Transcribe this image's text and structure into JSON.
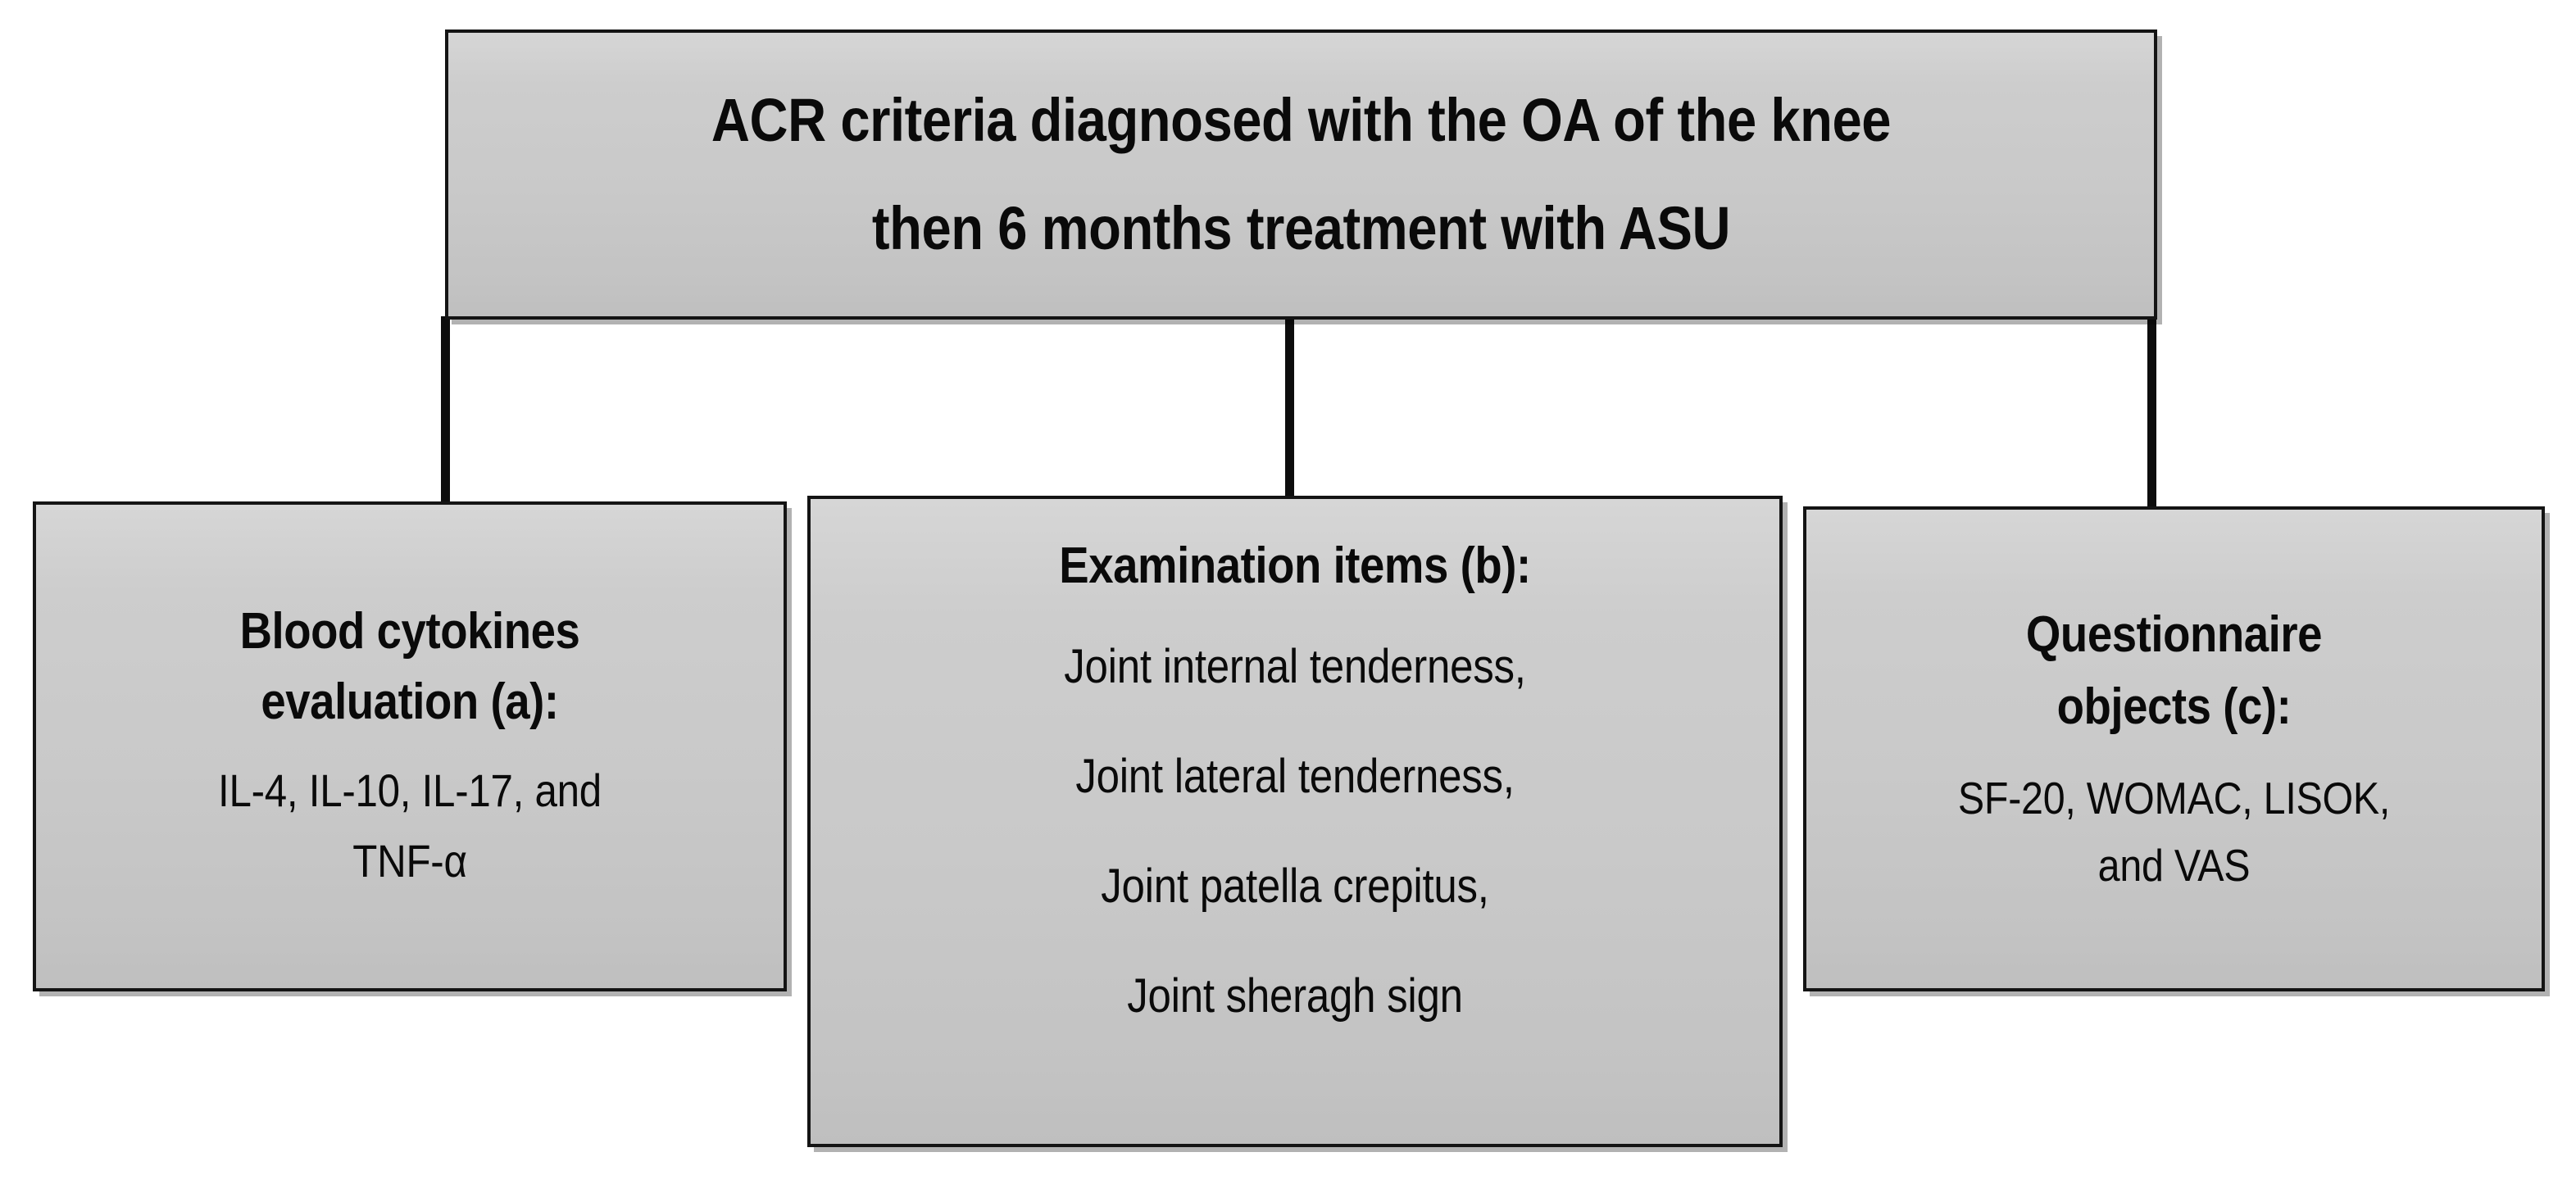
{
  "diagram": {
    "type": "flowchart",
    "orientation": "top-down",
    "colors": {
      "box_fill_top": "#d6d6d6",
      "box_fill_bottom": "#bfbfbf",
      "box_border": "#141414",
      "connector": "#0d0d0d",
      "text": "#0a0a0a",
      "background": "#ffffff"
    },
    "root": {
      "id": "root",
      "line1": "ACR criteria diagnosed with the OA of the knee",
      "line2": "then 6 months treatment with ASU"
    },
    "branches": [
      {
        "id": "a",
        "label": "(a)",
        "heading_line1": "Blood cytokines",
        "heading_line2": "evaluation (a):",
        "body_line1": "IL-4, IL-10, IL-17, and",
        "body_line2": "TNF-α",
        "items": [
          "IL-4",
          "IL-10",
          "IL-17",
          "TNF-α"
        ]
      },
      {
        "id": "b",
        "label": "(b)",
        "heading_line1": "Examination items (b):",
        "body_line1": "Joint internal tenderness,",
        "body_line2": "Joint lateral tenderness,",
        "body_line3": "Joint patella crepitus,",
        "body_line4": "Joint sheragh sign",
        "items": [
          "Joint internal tenderness",
          "Joint lateral tenderness",
          "Joint patella crepitus",
          "Joint sheragh sign"
        ]
      },
      {
        "id": "c",
        "label": "(c)",
        "heading_line1": "Questionnaire",
        "heading_line2": "objects (c):",
        "body_line1": "SF-20, WOMAC,  LISOK,",
        "body_line2": "and VAS",
        "items": [
          "SF-20",
          "WOMAC",
          "LISOK",
          "VAS"
        ]
      }
    ]
  }
}
